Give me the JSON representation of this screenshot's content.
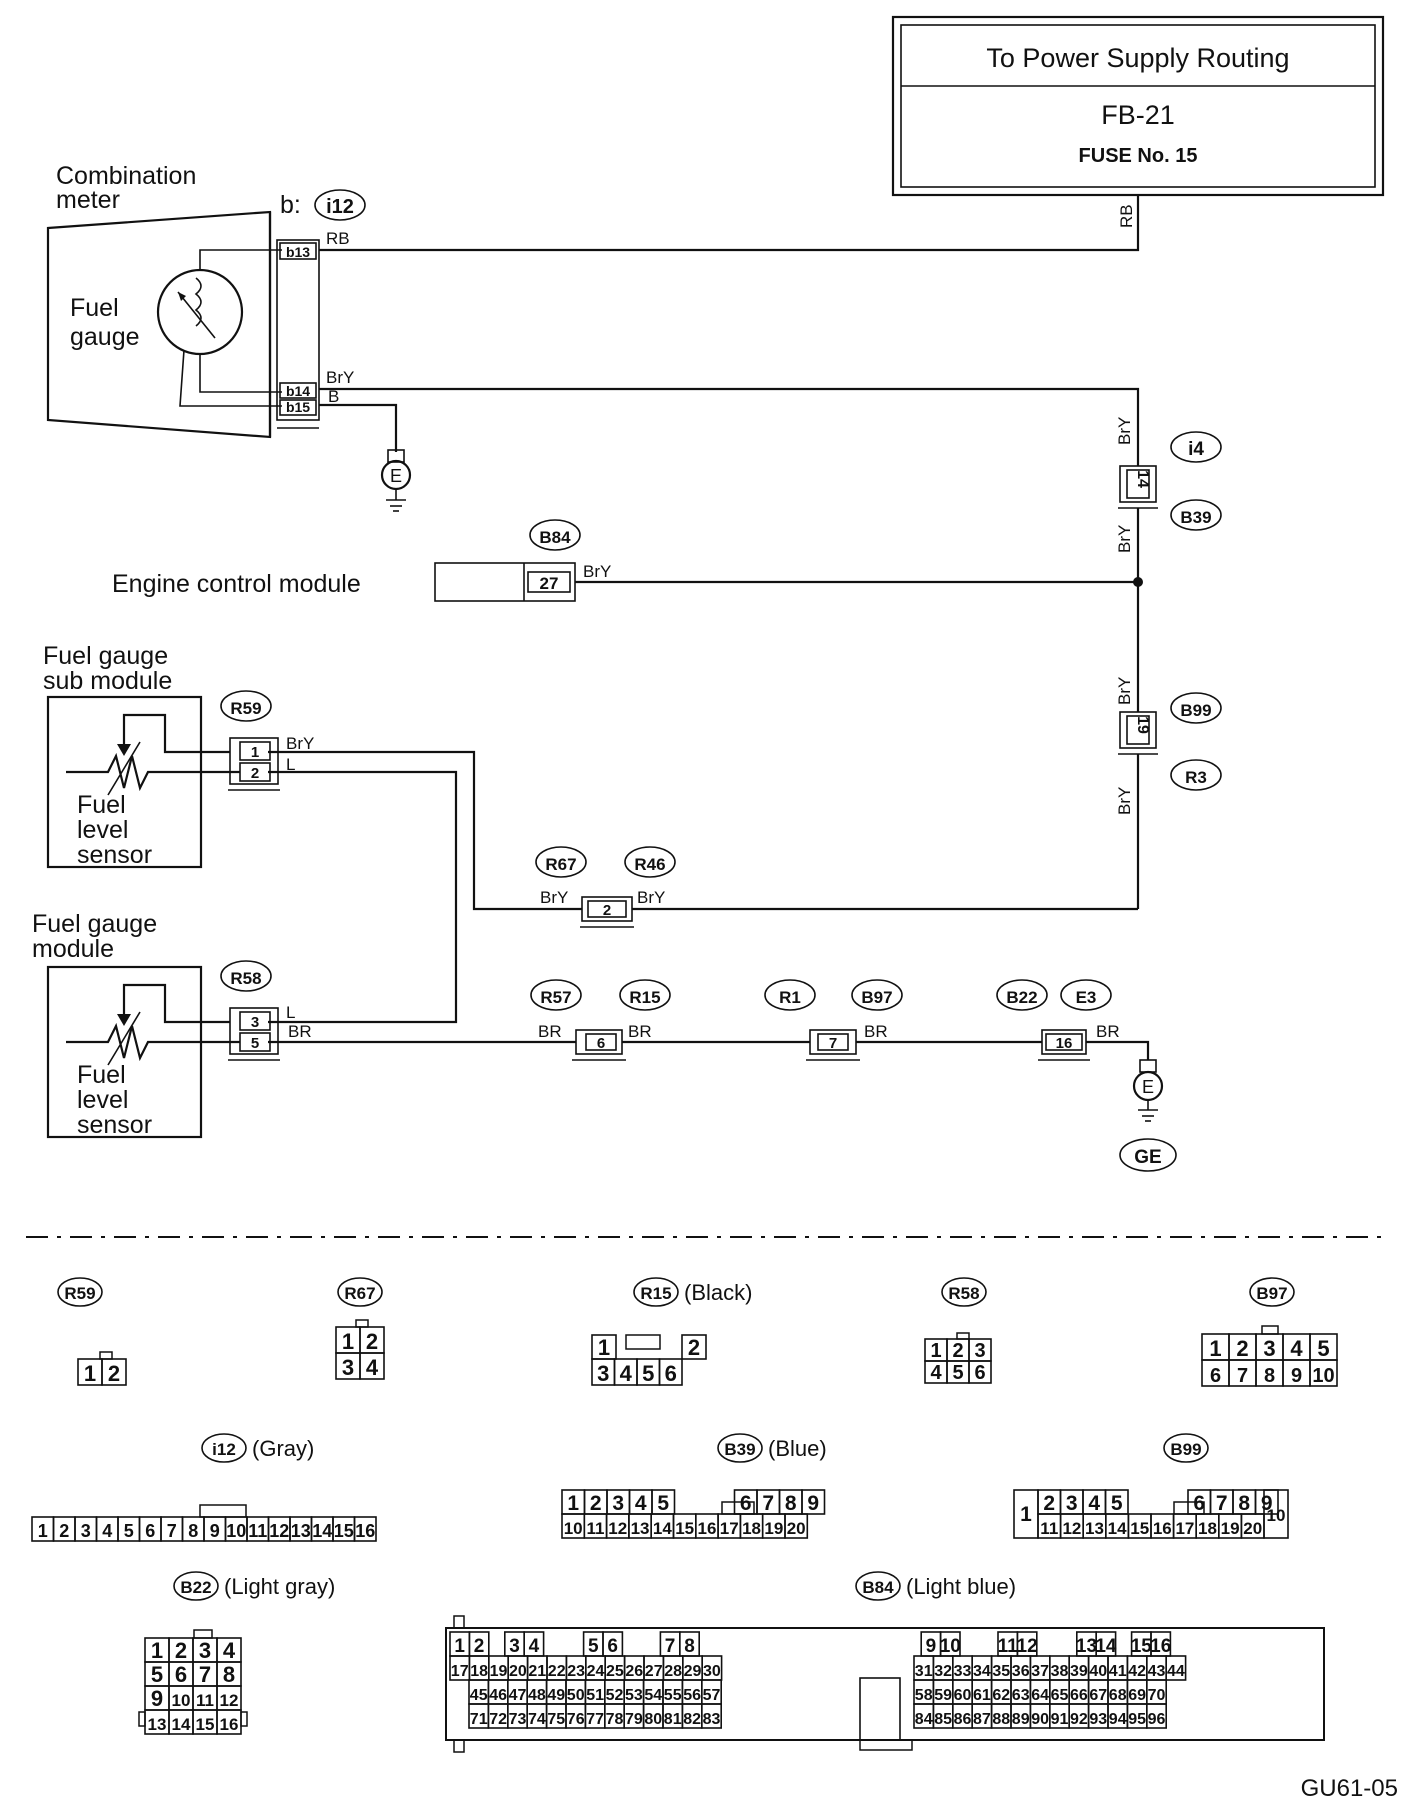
{
  "power": {
    "title": "To Power Supply Routing",
    "fb": "FB-21",
    "fuse": "FUSE No. 15"
  },
  "meter": {
    "title_line1": "Combination",
    "title_line2": "meter",
    "gauge_line1": "Fuel",
    "gauge_line2": "gauge",
    "conn_prefix": "b:",
    "conn": "i12",
    "pins": [
      "b13",
      "b14",
      "b15"
    ]
  },
  "wires": {
    "RB": "RB",
    "BrY": "BrY",
    "B": "B",
    "L": "L",
    "BR": "BR"
  },
  "ground": {
    "E": "E",
    "GE": "GE"
  },
  "ecm": {
    "label": "Engine control module",
    "conn": "B84",
    "pin": "27"
  },
  "sub_module": {
    "line1": "Fuel gauge",
    "line2": "sub module",
    "conn": "R59",
    "pins": [
      "1",
      "2"
    ],
    "sensor1": "Fuel",
    "sensor2": "level",
    "sensor3": "sensor"
  },
  "module": {
    "line1": "Fuel gauge",
    "line2": "module",
    "conn": "R58",
    "pins": [
      "3",
      "5"
    ],
    "sensor1": "Fuel",
    "sensor2": "level",
    "sensor3": "sensor"
  },
  "joints": {
    "i4": "i4",
    "B39": "B39",
    "pin14": "14",
    "B99": "B99",
    "R3": "R3",
    "pin19": "19",
    "R67": "R67",
    "R46": "R46",
    "pin2": "2",
    "R57": "R57",
    "R15": "R15",
    "pin6": "6",
    "R1": "R1",
    "B97": "B97",
    "pin7": "7",
    "B22": "B22",
    "E3": "E3",
    "pin16": "16"
  },
  "faces": {
    "r59": {
      "name": "R59",
      "row1": [
        "1",
        "2"
      ]
    },
    "r67": {
      "name": "R67",
      "row1": [
        "1",
        "2"
      ],
      "row2": [
        "3",
        "4"
      ]
    },
    "r15": {
      "name": "R15",
      "color": "(Black)",
      "row1": [
        "1",
        "2"
      ],
      "row2": [
        "3",
        "4",
        "5",
        "6"
      ]
    },
    "r58": {
      "name": "R58",
      "row1": [
        "1",
        "2",
        "3"
      ],
      "row2": [
        "4",
        "5",
        "6"
      ]
    },
    "b97": {
      "name": "B97",
      "row1": [
        "1",
        "2",
        "3",
        "4",
        "5"
      ],
      "row2": [
        "6",
        "7",
        "8",
        "9",
        "10"
      ]
    },
    "i12": {
      "name": "i12",
      "color": "(Gray)",
      "row1": [
        "1",
        "2",
        "3",
        "4",
        "5",
        "6",
        "7",
        "8",
        "9",
        "10",
        "11",
        "12",
        "13",
        "14",
        "15",
        "16"
      ]
    },
    "b39": {
      "name": "B39",
      "color": "(Blue)",
      "row1": [
        "1",
        "2",
        "3",
        "4",
        "5",
        "6",
        "7",
        "8",
        "9"
      ],
      "row2": [
        "10",
        "11",
        "12",
        "13",
        "14",
        "15",
        "16",
        "17",
        "18",
        "19",
        "20"
      ]
    },
    "b99": {
      "name": "B99",
      "left": "1",
      "right": "10",
      "row1": [
        "2",
        "3",
        "4",
        "5",
        "6",
        "7",
        "8",
        "9"
      ],
      "row2": [
        "11",
        "12",
        "13",
        "14",
        "15",
        "16",
        "17",
        "18",
        "19",
        "20"
      ]
    },
    "b22": {
      "name": "B22",
      "color": "(Light gray)",
      "rows": [
        [
          "1",
          "2",
          "3",
          "4"
        ],
        [
          "5",
          "6",
          "7",
          "8"
        ],
        [
          "9",
          "10",
          "11",
          "12"
        ],
        [
          "13",
          "14",
          "15",
          "16"
        ]
      ]
    },
    "b84": {
      "name": "B84",
      "color": "(Light blue)",
      "row1": [
        "1",
        "2",
        "3",
        "4",
        "5",
        "6",
        "7",
        "8",
        "9",
        "10",
        "11",
        "12",
        "13",
        "14",
        "15",
        "16"
      ],
      "row2": [
        "17",
        "18",
        "19",
        "20",
        "21",
        "22",
        "23",
        "24",
        "25",
        "26",
        "27",
        "28",
        "29",
        "30",
        "31",
        "32",
        "33",
        "34",
        "35",
        "36",
        "37",
        "38",
        "39",
        "40",
        "41",
        "42",
        "43",
        "44"
      ],
      "row3": [
        "45",
        "46",
        "47",
        "48",
        "49",
        "50",
        "51",
        "52",
        "53",
        "54",
        "55",
        "56",
        "57",
        "58",
        "59",
        "60",
        "61",
        "62",
        "63",
        "64",
        "65",
        "66",
        "67",
        "68",
        "69",
        "70"
      ],
      "row4": [
        "71",
        "72",
        "73",
        "74",
        "75",
        "76",
        "77",
        "78",
        "79",
        "80",
        "81",
        "82",
        "83",
        "84",
        "85",
        "86",
        "87",
        "88",
        "89",
        "90",
        "91",
        "92",
        "93",
        "94",
        "95",
        "96"
      ]
    }
  },
  "figure_code": "GU61-05"
}
